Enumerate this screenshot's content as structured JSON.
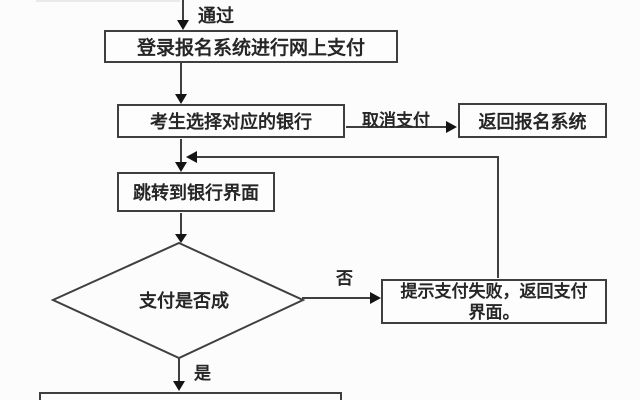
{
  "palette": {
    "background": "#fcfcfc",
    "line": "#3f3f3f",
    "arrowhead": "#141414",
    "text": "#262626",
    "node_fill": "#fdfdfd"
  },
  "flowchart": {
    "nodes": {
      "login_payment": "登录报名系统进行网上支付",
      "select_bank": "考生选择对应的银行",
      "return_registration": "返回报名系统",
      "bank_interface": "跳转到银行界面",
      "payment_success_decision": "支付是否成",
      "payment_failed_line1": "提示支付失败，返回支付",
      "payment_failed_line2": "界面。"
    },
    "edge_labels": {
      "pass": "通过",
      "cancel_payment": "取消支付",
      "no": "否",
      "yes": "是"
    }
  }
}
